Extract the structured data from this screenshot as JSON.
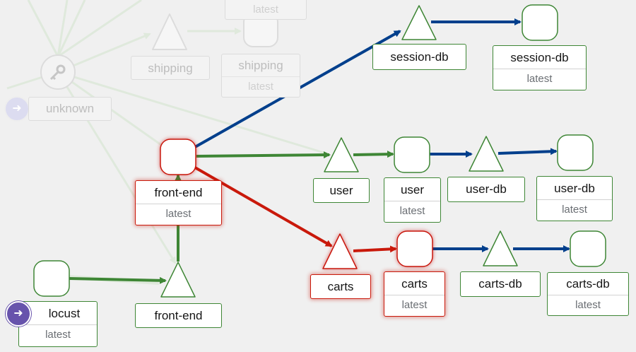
{
  "colors": {
    "healthy": "#3e8635",
    "error": "#c9190b",
    "tcp": "#003f8c",
    "faded": "#dfe9dc",
    "badge": "#6753ac"
  },
  "icons": {
    "locust_badge": "arrow-right-circle-icon",
    "unknown_badge": "arrow-right-circle-icon",
    "key": "key-icon"
  },
  "labels": {
    "faded_latest_top": "latest",
    "shipping_service": "shipping",
    "shipping_workload": "shipping",
    "shipping_version": "latest",
    "unknown": "unknown",
    "session_db_service": "session-db",
    "session_db_workload": "session-db",
    "session_db_version": "latest",
    "front_end_workload": "front-end",
    "front_end_version": "latest",
    "user_service": "user",
    "user_workload": "user",
    "user_version": "latest",
    "user_db_service": "user-db",
    "user_db_workload": "user-db",
    "user_db_version": "latest",
    "carts_service": "carts",
    "carts_workload": "carts",
    "carts_version": "latest",
    "carts_db_service": "carts-db",
    "carts_db_workload": "carts-db",
    "carts_db_version": "latest",
    "locust_workload": "locust",
    "locust_version": "latest",
    "front_end_service": "front-end"
  }
}
